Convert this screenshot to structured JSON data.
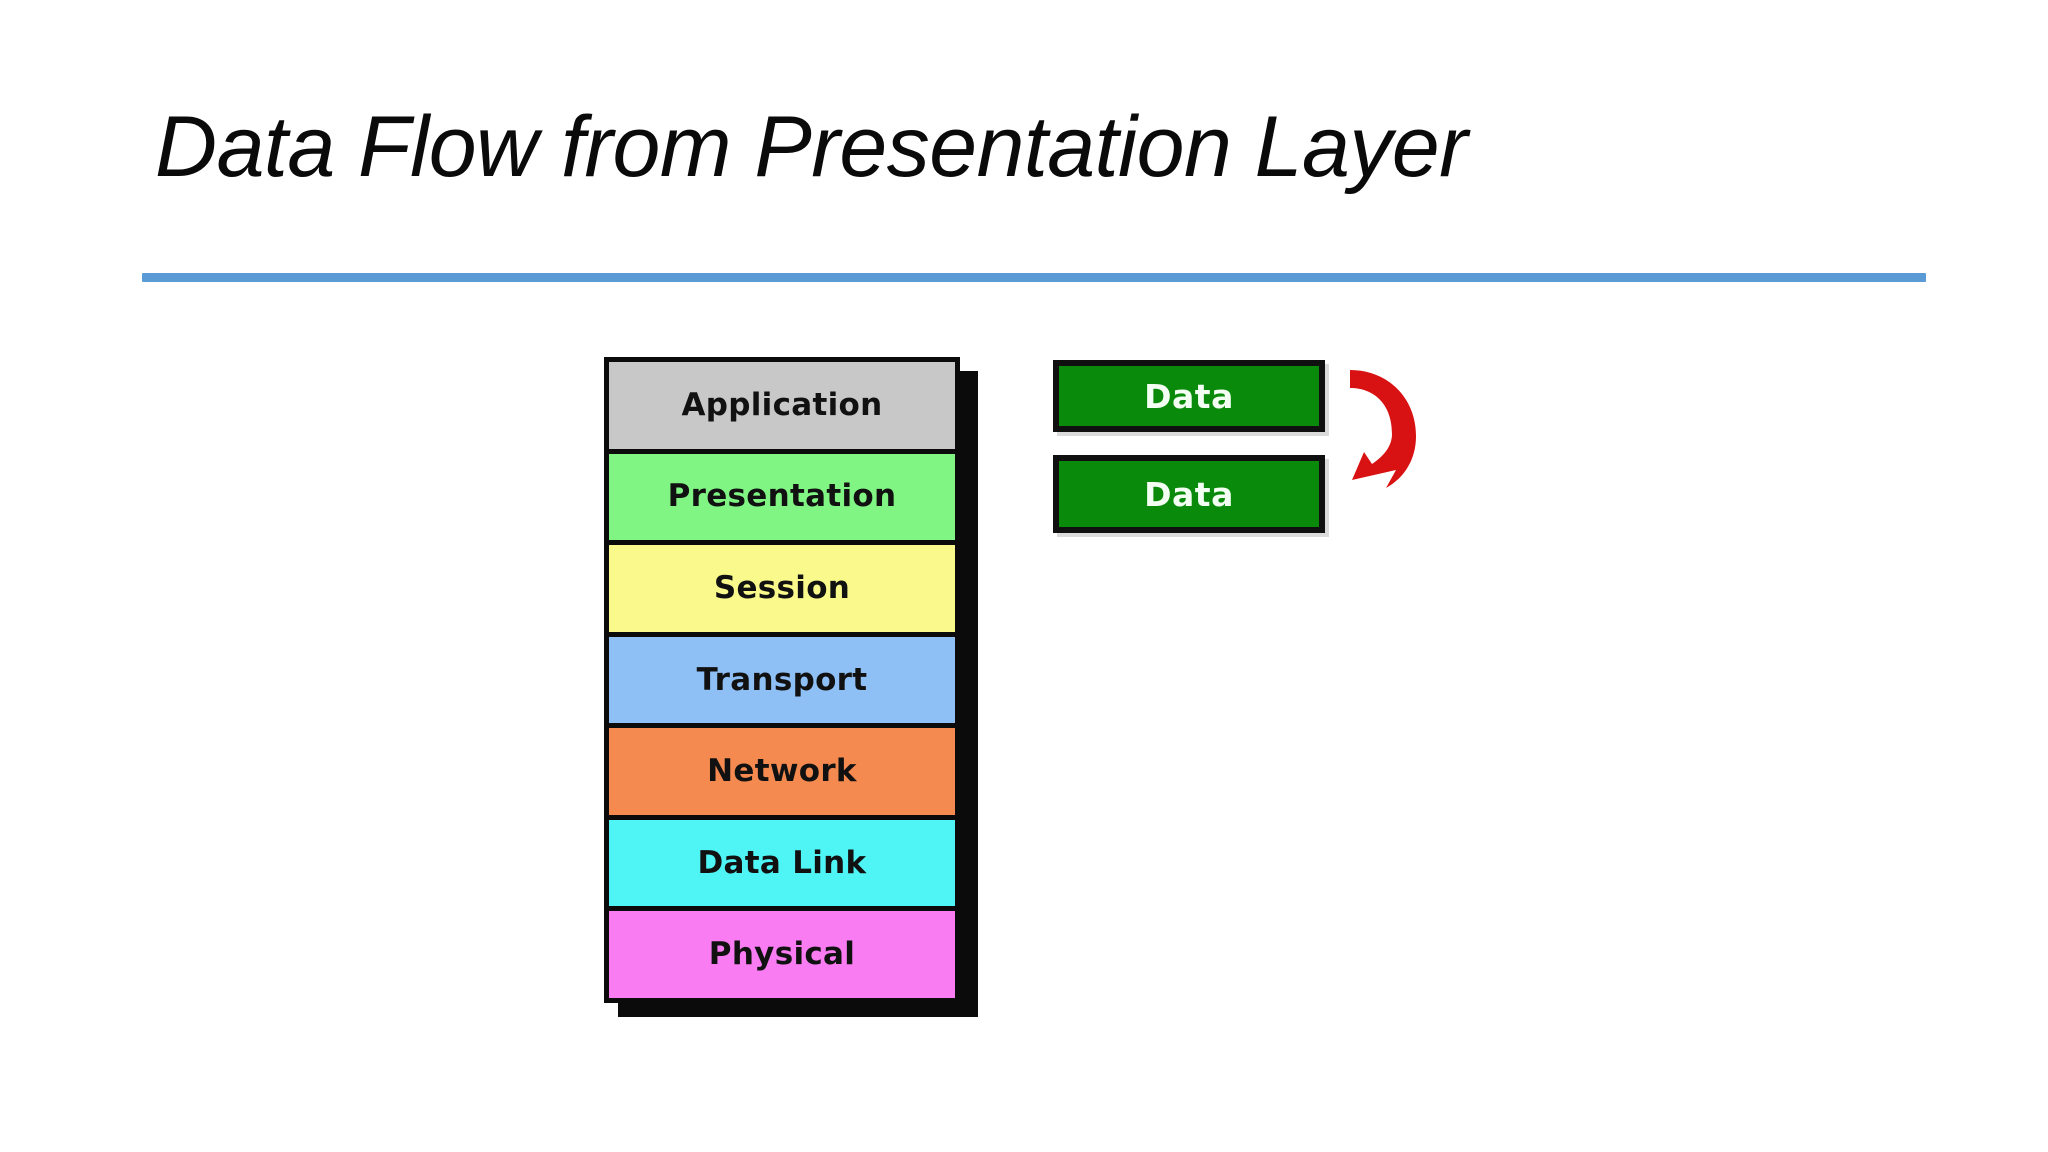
{
  "slide": {
    "title": "Data Flow from Presentation Layer",
    "divider_color": "#5b9bd5",
    "background_color": "#ffffff"
  },
  "osi_stack": {
    "name": "OSI model layer stack",
    "frame_color": "#0b0b0b",
    "layers": [
      {
        "label": "Application",
        "color": "#c8c8c8",
        "text_color": "#111111"
      },
      {
        "label": "Presentation",
        "color": "#81f584",
        "text_color": "#111111"
      },
      {
        "label": "Session",
        "color": "#fafa8c",
        "text_color": "#111111"
      },
      {
        "label": "Transport",
        "color": "#8fc0f5",
        "text_color": "#111111"
      },
      {
        "label": "Network",
        "color": "#f58a50",
        "text_color": "#111111"
      },
      {
        "label": "Data Link",
        "color": "#4ff5f5",
        "text_color": "#111111"
      },
      {
        "label": "Physical",
        "color": "#f97cf2",
        "text_color": "#111111"
      }
    ]
  },
  "packets": {
    "fill_color": "#0a8a0a",
    "border_color": "#101010",
    "text_color": "#f2fff2",
    "items": [
      {
        "label": "Data"
      },
      {
        "label": "Data"
      }
    ]
  },
  "arrow": {
    "name": "curved-down-arrow",
    "color": "#d81212",
    "direction": "down"
  }
}
